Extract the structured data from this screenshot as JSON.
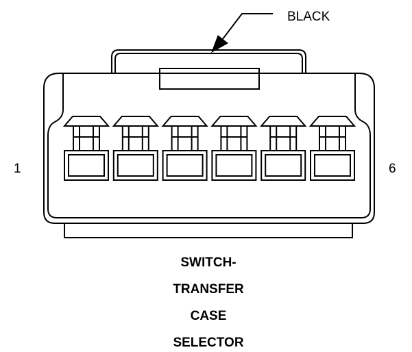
{
  "connector": {
    "color_label": "BLACK",
    "pin_first": "1",
    "pin_last": "6",
    "pin_count": 6
  },
  "title": {
    "lines": [
      "SWITCH-",
      "TRANSFER",
      "CASE",
      "SELECTOR"
    ]
  },
  "colors": {
    "stroke": "#000000",
    "background": "#ffffff"
  }
}
